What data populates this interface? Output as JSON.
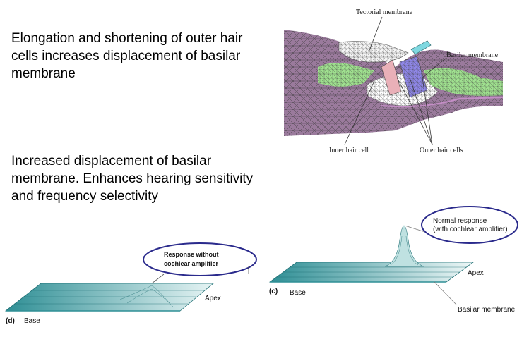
{
  "text": {
    "block1": "Elongation and shortening of outer hair cells increases displacement of basilar membrane",
    "block2": "Increased displacement of basilar membrane. Enhances hearing sensitivity and frequency selectivity"
  },
  "figure_top": {
    "labels": {
      "tectorial": "Tectorial membrane",
      "basilar": "Basilar membrane",
      "inner_hair": "Inner hair cell",
      "outer_hair": "Outer hair cells"
    }
  },
  "figure_d": {
    "panel": "(d)",
    "base": "Base",
    "apex": "Apex",
    "callout_line1": "Response without",
    "callout_line2": "cochlear amplifier"
  },
  "figure_c": {
    "panel": "(c)",
    "base": "Base",
    "apex": "Apex",
    "basilar": "Basilar membrane",
    "callout_line1": "Normal response",
    "callout_line2": "(with cochlear amplifier)"
  },
  "colors": {
    "membrane_dark": "#2f8f95",
    "membrane_light": "#e6f4f4",
    "callout_border": "#2a2a8c",
    "mesh_purple": "#9a7a9c",
    "mesh_green": "#9fe08f"
  }
}
